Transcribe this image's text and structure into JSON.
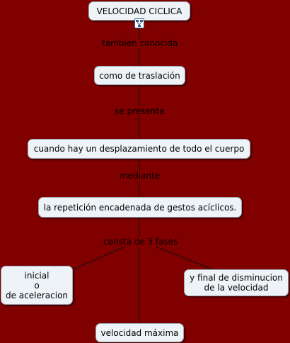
{
  "nodes": {
    "velocidad_ciclica": "VELOCIDAD CICLICA",
    "como_traslacion": "como de traslación",
    "desplazamiento": "cuando hay un desplazamiento de todo el cuerpo",
    "repeticion": "la repetición encadenada de gestos acíclicos.",
    "inicial": "inicial\no\nde aceleracion",
    "final": "y final de disminucion\nde la velocidad",
    "maxima": "velocidad máxima"
  },
  "links": {
    "tambien_conocida": "tambien conocida",
    "se_presenta": "se presenta",
    "mediante": "mediante",
    "consta": "consta de 3 fases"
  },
  "icons": {
    "concept_map_icon": "concept-map-icon"
  },
  "colors": {
    "background": "#800000",
    "node_fill": "#eef3f7",
    "line": "#111111"
  }
}
